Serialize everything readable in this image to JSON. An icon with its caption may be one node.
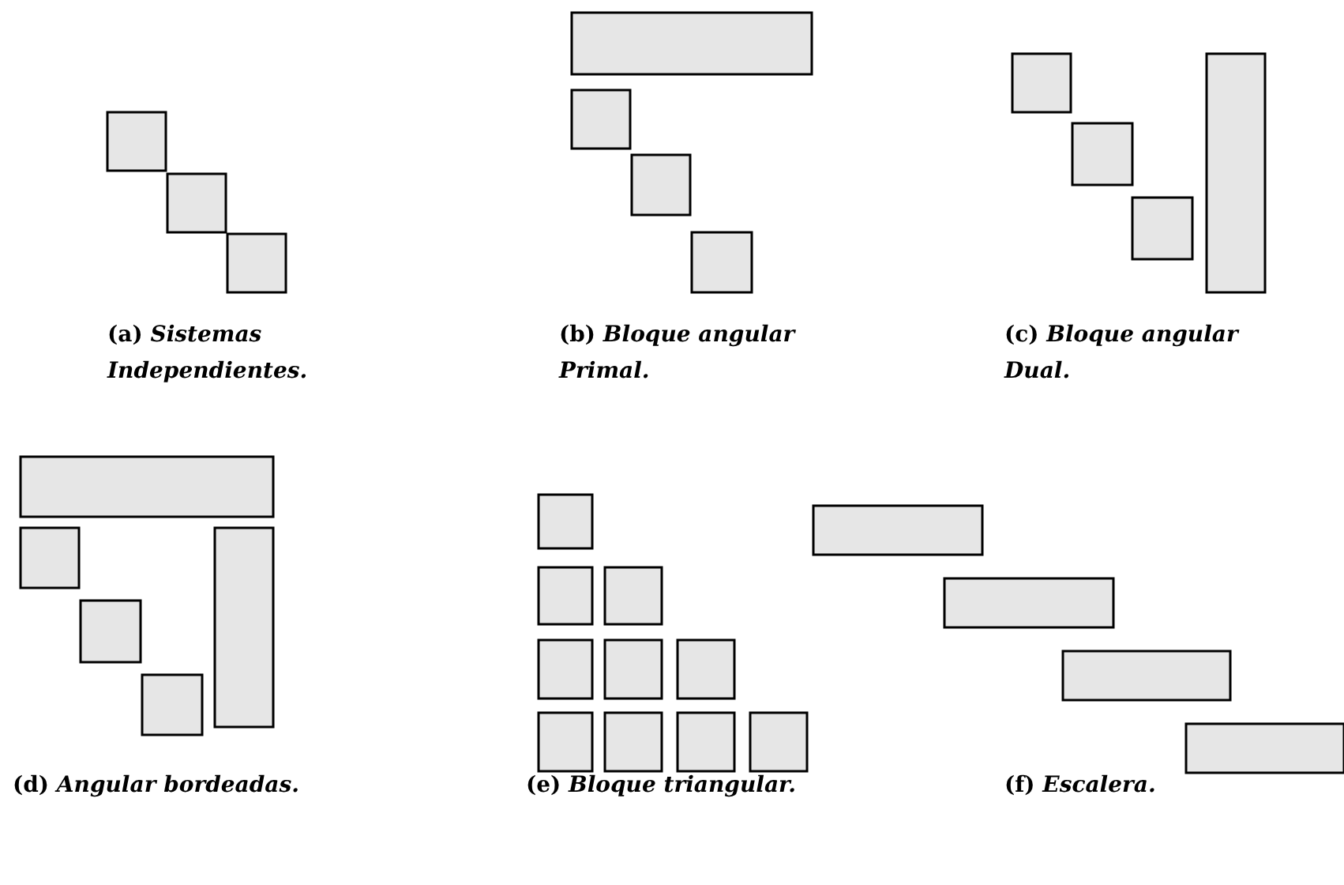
{
  "diagram": {
    "labels": [
      "(a) *Sistemas Independientes.*",
      "(b) *Bloque angular Primal.*",
      "(c) *Bloque angular Dual.*",
      "(d) *Angular bordeadas.*",
      "(e) *Bloque triangular.*",
      "(f) *Escalera.*"
    ]
  }
}
